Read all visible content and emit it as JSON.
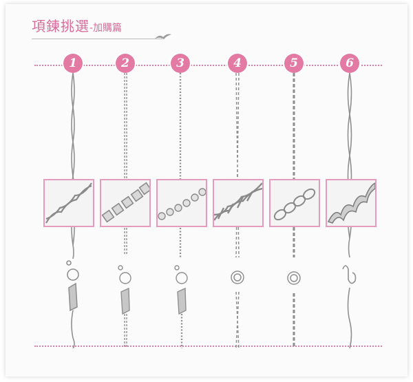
{
  "header": {
    "title": "項鍊挑選",
    "subtitle": "-加購篇"
  },
  "colors": {
    "accent": "#e27aa4",
    "thumb_border": "#e59bbb",
    "metal": "#9a9a9a"
  },
  "necklaces": [
    {
      "number": "1",
      "style": "singapore-twist"
    },
    {
      "number": "2",
      "style": "box-chain"
    },
    {
      "number": "3",
      "style": "bead-chain"
    },
    {
      "number": "4",
      "style": "rope-chain"
    },
    {
      "number": "5",
      "style": "rolo-chain"
    },
    {
      "number": "6",
      "style": "twisted-singapore"
    }
  ]
}
